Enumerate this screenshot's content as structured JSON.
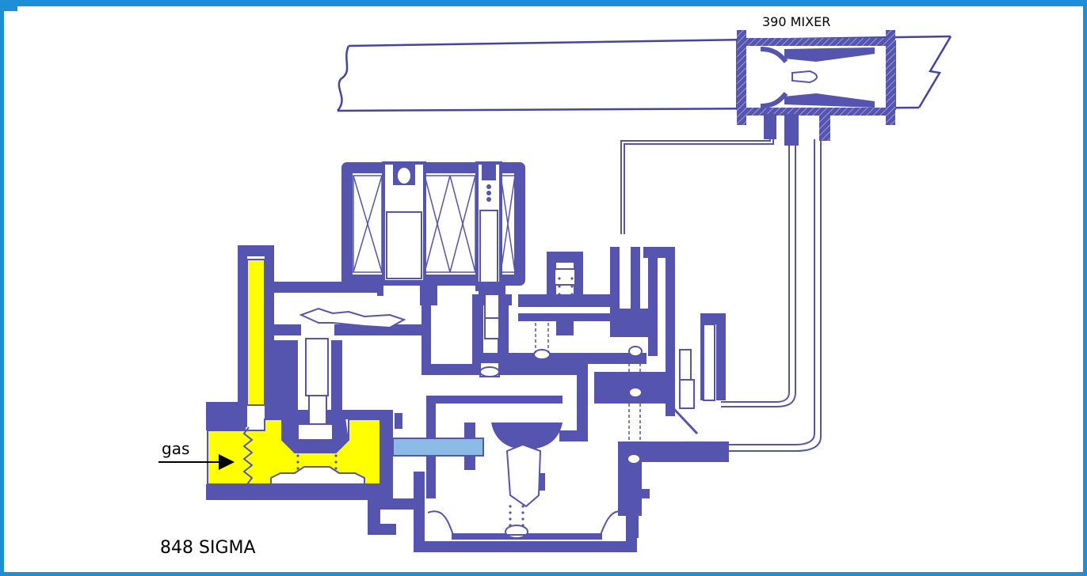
{
  "labels": {
    "mixer": "390 MIXER",
    "valve": "848 SIGMA",
    "inlet": "gas"
  },
  "colors": {
    "body": "#5555b0",
    "gas": "#ffff00",
    "light_blue": "#8cbce6",
    "frame": "#1e8fd6"
  }
}
